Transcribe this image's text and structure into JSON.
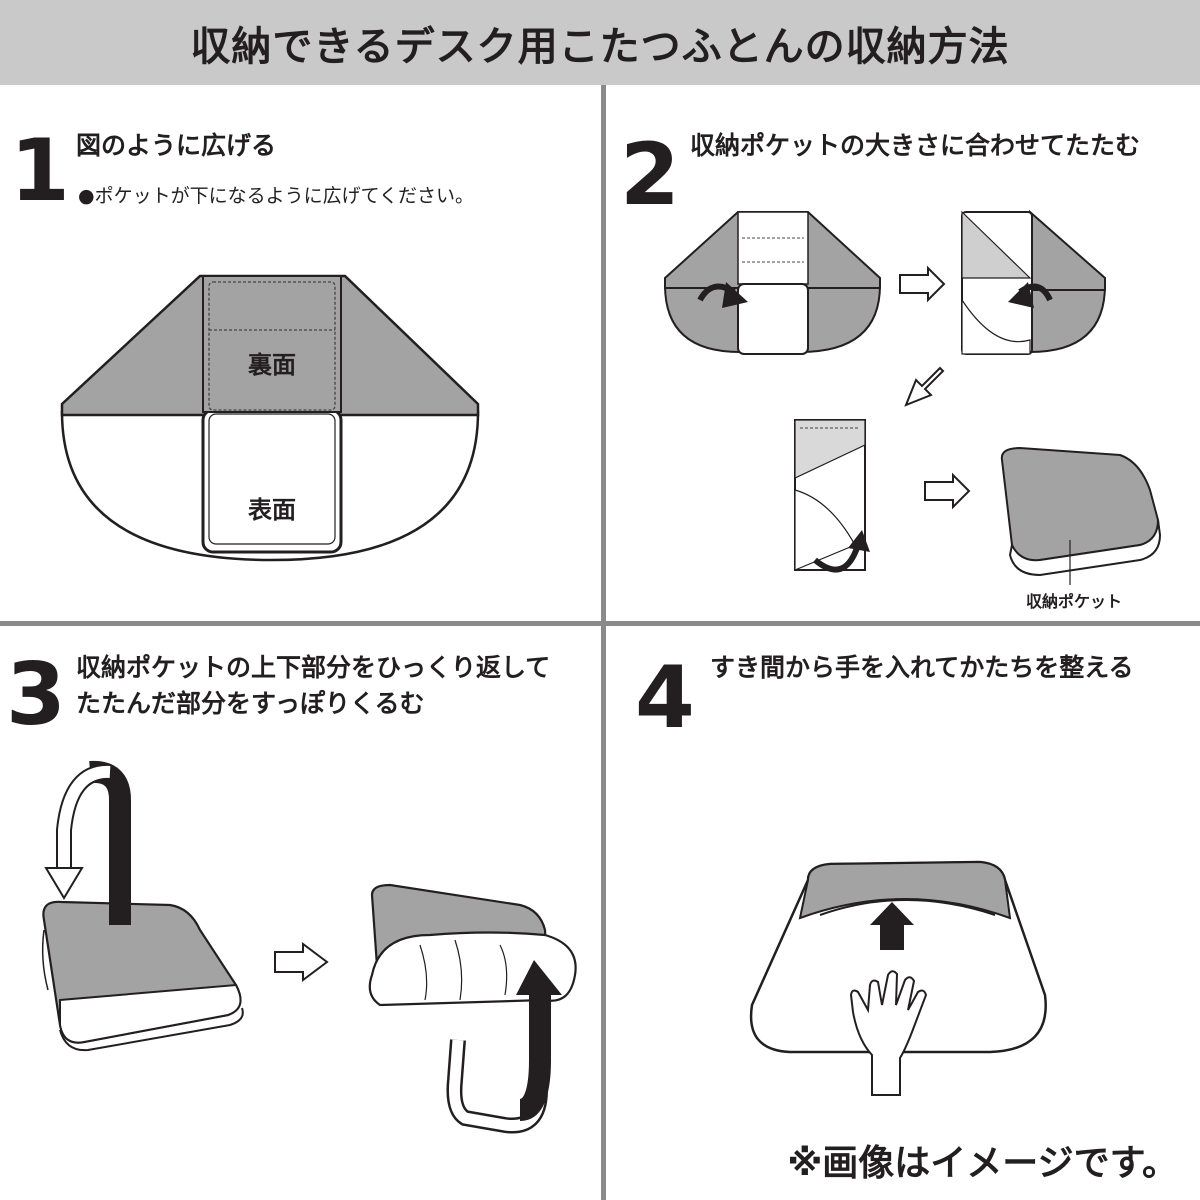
{
  "header": {
    "title": "収納できるデスク用こたつふとんの収納方法"
  },
  "steps": [
    {
      "number": "1",
      "title": "図のように広げる",
      "note": "●ポケットが下になるように広げてください。"
    },
    {
      "number": "2",
      "title": "収納ポケットの大きさに合わせてたたむ"
    },
    {
      "number": "3",
      "title_line1": "収納ポケットの上下部分をひっくり返して",
      "title_line2": "たたんだ部分をすっぽりくるむ"
    },
    {
      "number": "4",
      "title": "すき間から手を入れてかたちを整える"
    }
  ],
  "labels": {
    "back": "裏面",
    "front": "表面",
    "pocket": "収納ポケット"
  },
  "footer": {
    "note": "※画像はイメージです。"
  }
}
